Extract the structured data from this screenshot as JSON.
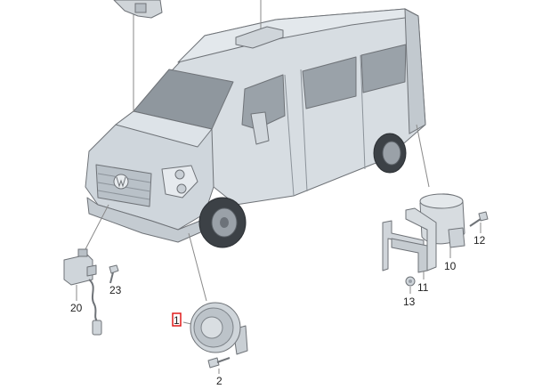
{
  "diagram": {
    "callouts": [
      {
        "id": "1",
        "label": "1",
        "highlighted": true
      },
      {
        "id": "2",
        "label": "2"
      },
      {
        "id": "10",
        "label": "10"
      },
      {
        "id": "11",
        "label": "11"
      },
      {
        "id": "12",
        "label": "12"
      },
      {
        "id": "13",
        "label": "13"
      },
      {
        "id": "20",
        "label": "20"
      },
      {
        "id": "23",
        "label": "23"
      }
    ],
    "colors": {
      "body": "#d7dde2",
      "body_shade": "#c2c9cf",
      "glass": "#8f979e",
      "outline": "#6f7378",
      "part": "#d0d5d9",
      "highlight": "#e01b1b"
    }
  }
}
